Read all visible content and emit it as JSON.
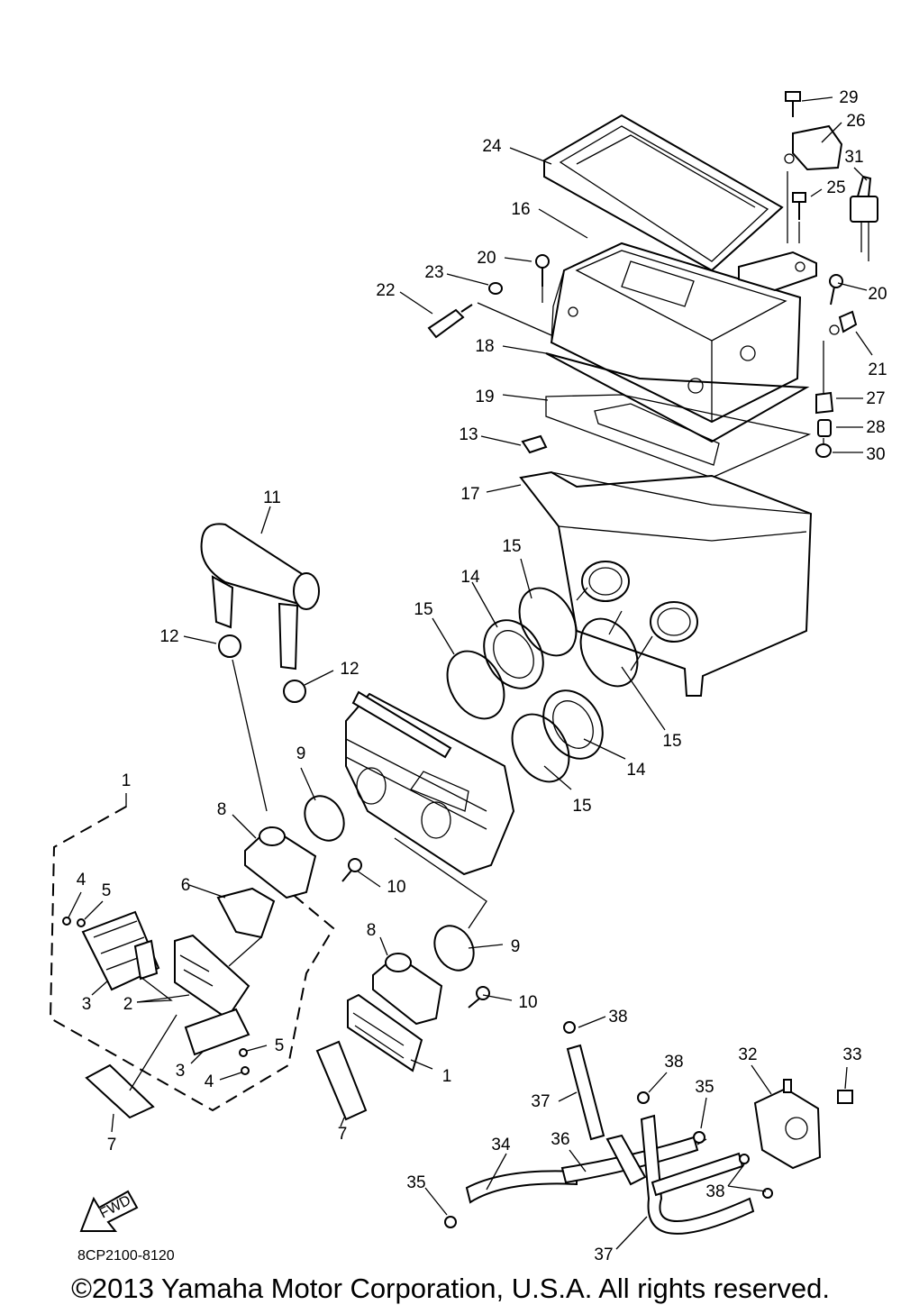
{
  "diagram_code": "8CP2100-8120",
  "fwd_label": "FWD",
  "copyright": "©2013 Yamaha Motor Corporation, U.S.A. All rights reserved.",
  "callouts": [
    "1",
    "2",
    "3",
    "4",
    "5",
    "6",
    "7",
    "8",
    "9",
    "10",
    "11",
    "12",
    "13",
    "14",
    "15",
    "16",
    "17",
    "18",
    "19",
    "20",
    "21",
    "22",
    "23",
    "24",
    "25",
    "26",
    "27",
    "28",
    "29",
    "30",
    "31",
    "32",
    "33",
    "34",
    "35",
    "36",
    "37",
    "38"
  ]
}
